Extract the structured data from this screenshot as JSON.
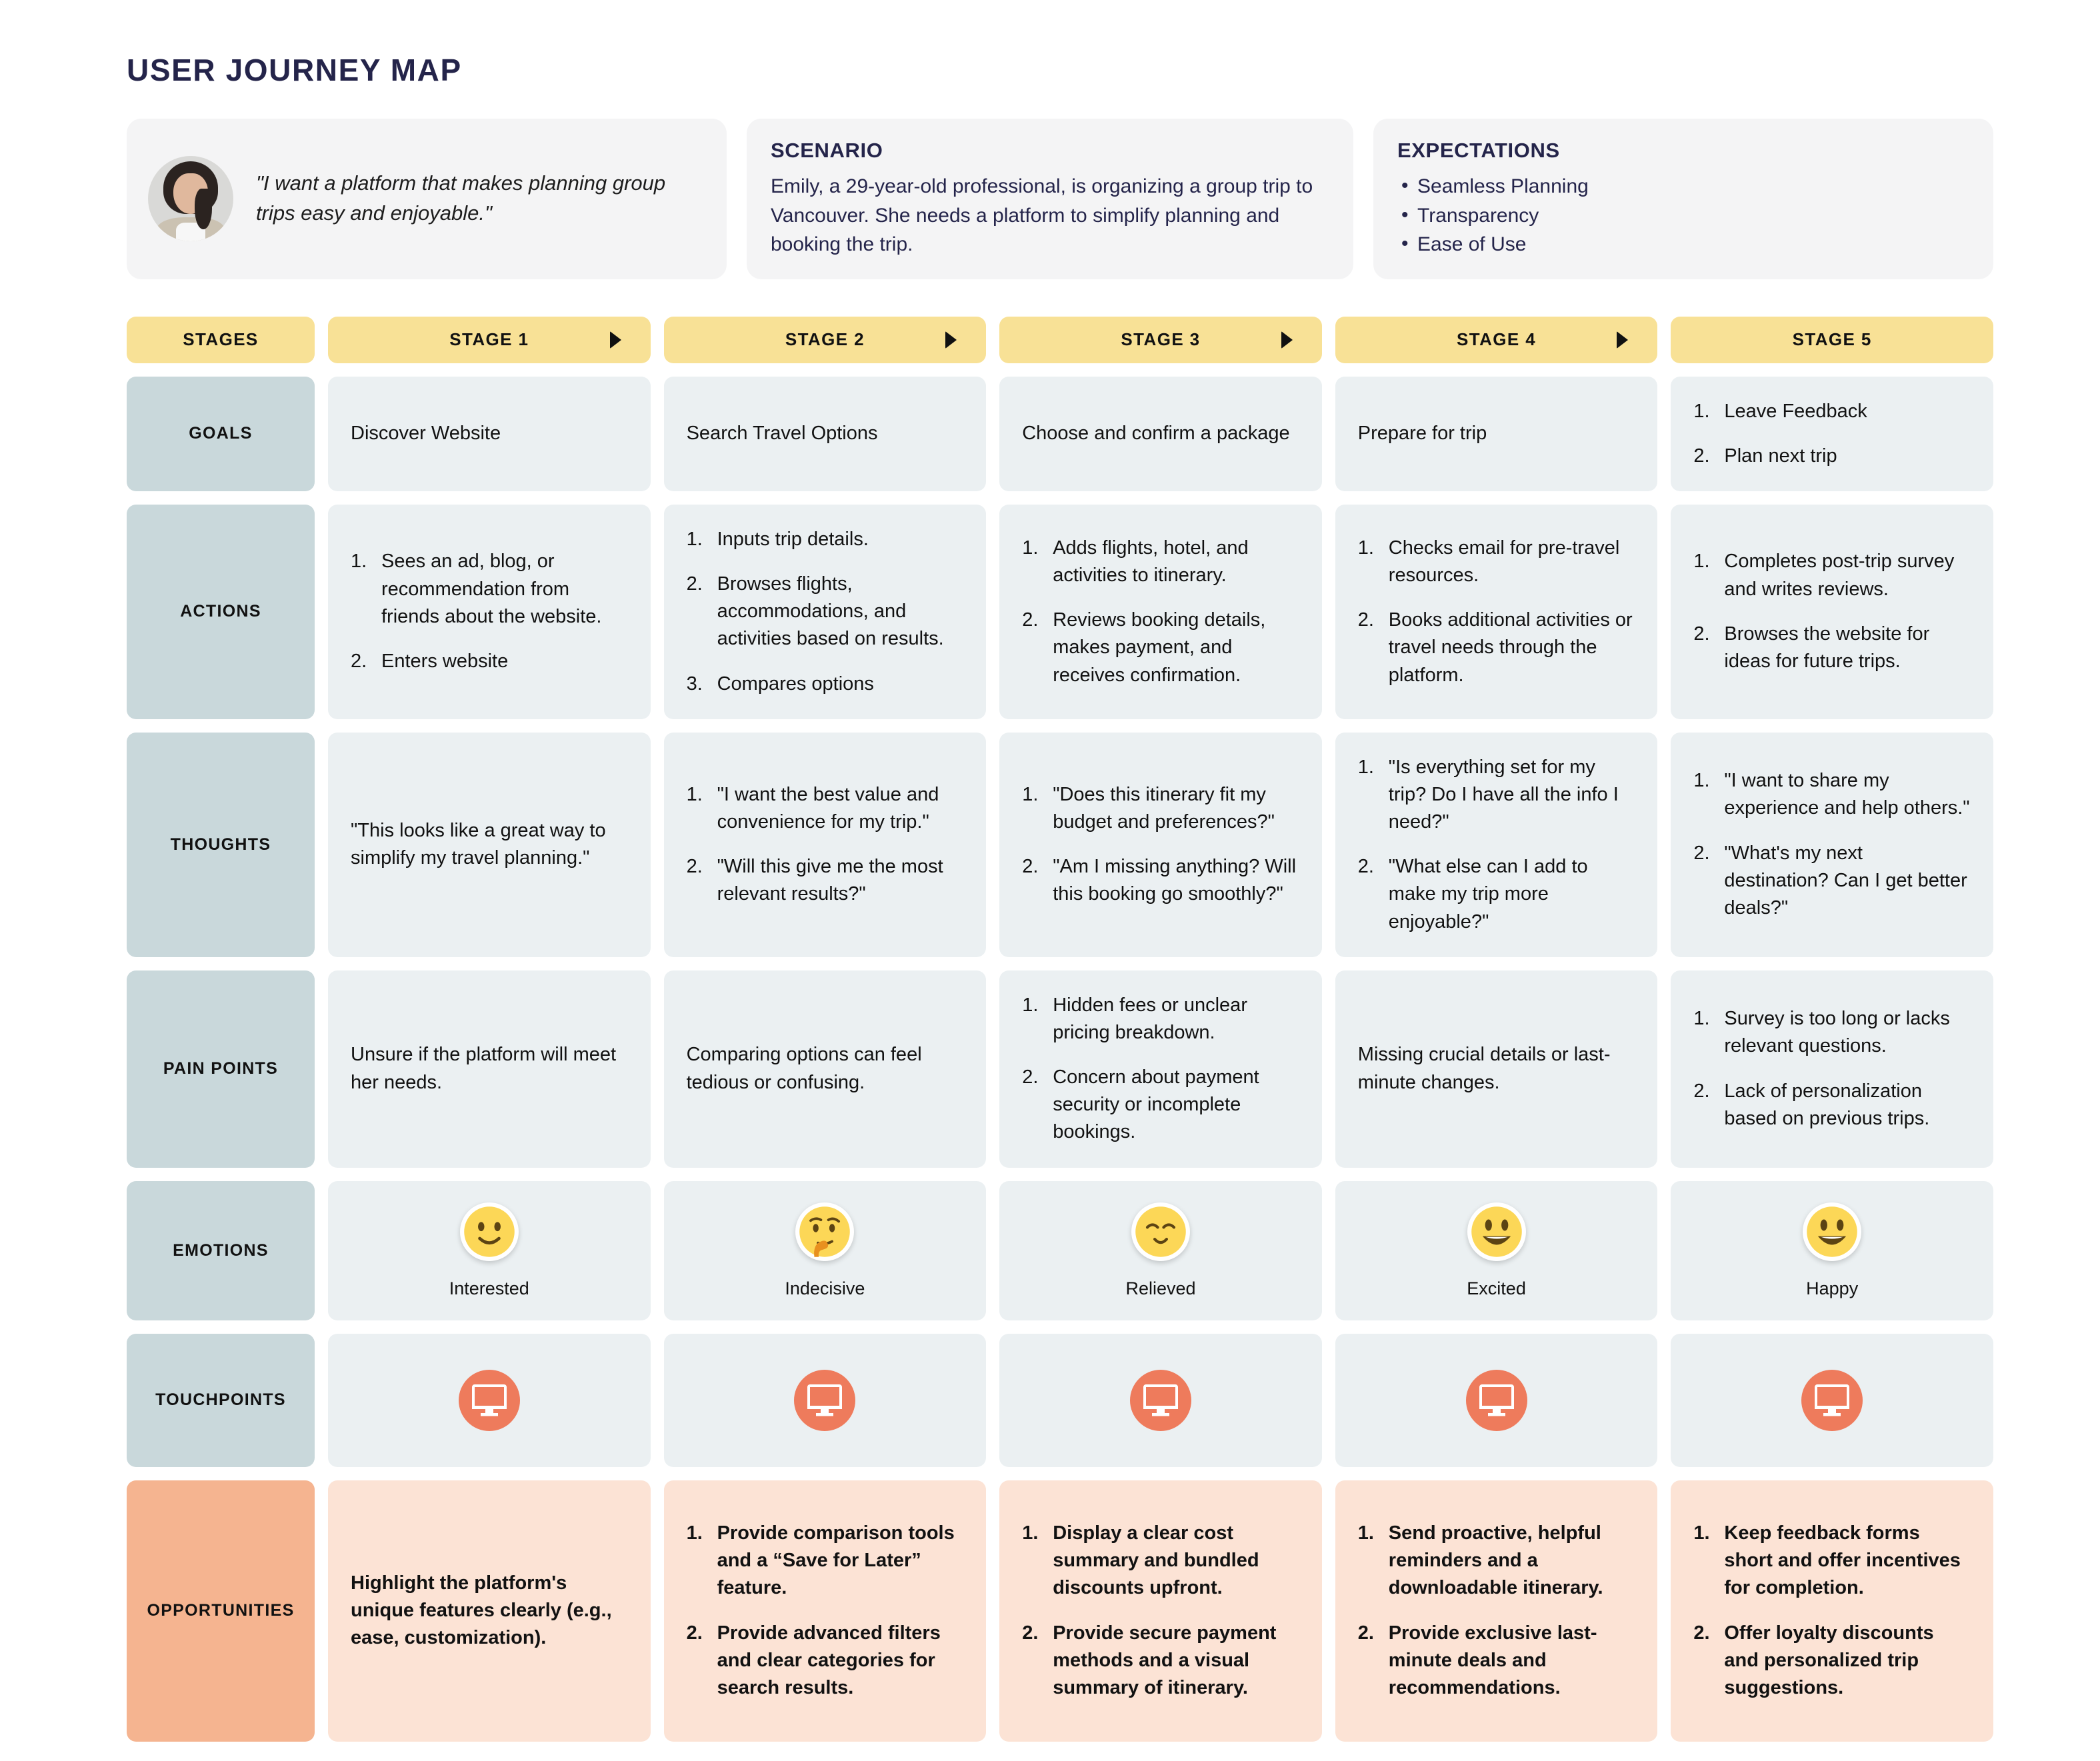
{
  "title": "USER JOURNEY MAP",
  "persona": {
    "quote": "\"I want a platform that makes planning group trips easy and enjoyable.\""
  },
  "scenario": {
    "title": "SCENARIO",
    "body": "Emily, a 29-year-old professional, is organizing a group trip to Vancouver. She needs a platform to simplify planning and booking the trip."
  },
  "expectations": {
    "title": "EXPECTATIONS",
    "items": [
      "Seamless Planning",
      "Transparency",
      "Ease of Use"
    ]
  },
  "colors": {
    "stage_header": "#f8e196",
    "row_label": "#c9d8db",
    "row_label_opportunities": "#f5b490",
    "cell": "#ebf0f2",
    "cell_opportunities": "#fce3d5",
    "touchpoint_circle": "#ee7b5c",
    "title_text": "#24244a"
  },
  "stages_header": {
    "label": "STAGES",
    "stages": [
      "STAGE 1",
      "STAGE 2",
      "STAGE 3",
      "STAGE 4",
      "STAGE 5"
    ],
    "arrow_icon": "triangle-right-icon"
  },
  "rows": {
    "goals": {
      "label": "GOALS",
      "cells": [
        {
          "type": "text",
          "text": "Discover Website"
        },
        {
          "type": "text",
          "text": "Search Travel Options"
        },
        {
          "type": "text",
          "text": "Choose and confirm a package"
        },
        {
          "type": "text",
          "text": "Prepare for trip"
        },
        {
          "type": "list",
          "items": [
            "Leave Feedback",
            "Plan next trip"
          ]
        }
      ]
    },
    "actions": {
      "label": "ACTIONS",
      "cells": [
        {
          "type": "list",
          "items": [
            "Sees an ad, blog, or recommendation from friends about the website.",
            "Enters website"
          ]
        },
        {
          "type": "list",
          "items": [
            "Inputs trip details.",
            "Browses flights, accommodations, and activities based on results.",
            "Compares options"
          ]
        },
        {
          "type": "list",
          "items": [
            "Adds flights, hotel, and activities to itinerary.",
            "Reviews booking details, makes payment, and receives confirmation."
          ]
        },
        {
          "type": "list",
          "items": [
            "Checks email for pre-travel resources.",
            "Books additional activities or travel needs through the platform."
          ]
        },
        {
          "type": "list",
          "items": [
            "Completes post-trip survey and writes reviews.",
            "Browses the website for ideas for future trips."
          ]
        }
      ]
    },
    "thoughts": {
      "label": "THOUGHTS",
      "cells": [
        {
          "type": "text",
          "text": "\"This looks like a great way to simplify my travel planning.\""
        },
        {
          "type": "list",
          "items": [
            "\"I want the best value and convenience for my trip.\"",
            "\"Will this give me the most relevant results?\""
          ]
        },
        {
          "type": "list",
          "items": [
            "\"Does this itinerary fit my budget and preferences?\"",
            "\"Am I missing anything? Will this booking go smoothly?\""
          ]
        },
        {
          "type": "list",
          "items": [
            "\"Is everything set for my trip? Do I have all the info I need?\"",
            "\"What else can I add to make my trip more enjoyable?\""
          ]
        },
        {
          "type": "list",
          "items": [
            "\"I want to share my experience and help others.\"",
            "\"What's my next destination? Can I get better deals?\""
          ]
        }
      ]
    },
    "pain_points": {
      "label": "PAIN POINTS",
      "cells": [
        {
          "type": "text",
          "text": "Unsure if the platform will meet her needs."
        },
        {
          "type": "text",
          "text": "Comparing options can feel tedious or confusing."
        },
        {
          "type": "list",
          "items": [
            "Hidden fees or unclear pricing breakdown.",
            "Concern about payment security or incomplete bookings."
          ]
        },
        {
          "type": "text",
          "text": "Missing crucial details or last-minute changes."
        },
        {
          "type": "list",
          "items": [
            "Survey is too long or lacks relevant questions.",
            "Lack of personalization based on previous trips."
          ]
        }
      ]
    },
    "emotions": {
      "label": "EMOTIONS",
      "cells": [
        {
          "icon": "slightly-smiling-face-icon",
          "label": "Interested"
        },
        {
          "icon": "thinking-face-icon",
          "label": "Indecisive"
        },
        {
          "icon": "relieved-face-icon",
          "label": "Relieved"
        },
        {
          "icon": "grinning-face-icon",
          "label": "Excited"
        },
        {
          "icon": "grinning-face-icon",
          "label": "Happy"
        }
      ]
    },
    "touchpoints": {
      "label": "TOUCHPOINTS",
      "cells": [
        {
          "icon": "desktop-monitor-icon"
        },
        {
          "icon": "desktop-monitor-icon"
        },
        {
          "icon": "desktop-monitor-icon"
        },
        {
          "icon": "desktop-monitor-icon"
        },
        {
          "icon": "desktop-monitor-icon"
        }
      ]
    },
    "opportunities": {
      "label": "OPPORTUNITIES",
      "cells": [
        {
          "type": "text",
          "text": "Highlight the platform's unique features clearly (e.g., ease, customization)."
        },
        {
          "type": "list",
          "items": [
            "Provide comparison tools and a “Save for Later” feature.",
            "Provide advanced filters and clear categories for search results."
          ]
        },
        {
          "type": "list",
          "items": [
            "Display a clear cost summary and bundled discounts upfront.",
            "Provide secure payment methods and a visual summary of itinerary."
          ]
        },
        {
          "type": "list",
          "items": [
            "Send proactive, helpful reminders and a downloadable itinerary.",
            "Provide exclusive last-minute deals and recommendations."
          ]
        },
        {
          "type": "list",
          "items": [
            "Keep feedback forms short and offer incentives for completion.",
            "Offer loyalty discounts and personalized trip suggestions."
          ]
        }
      ]
    }
  }
}
